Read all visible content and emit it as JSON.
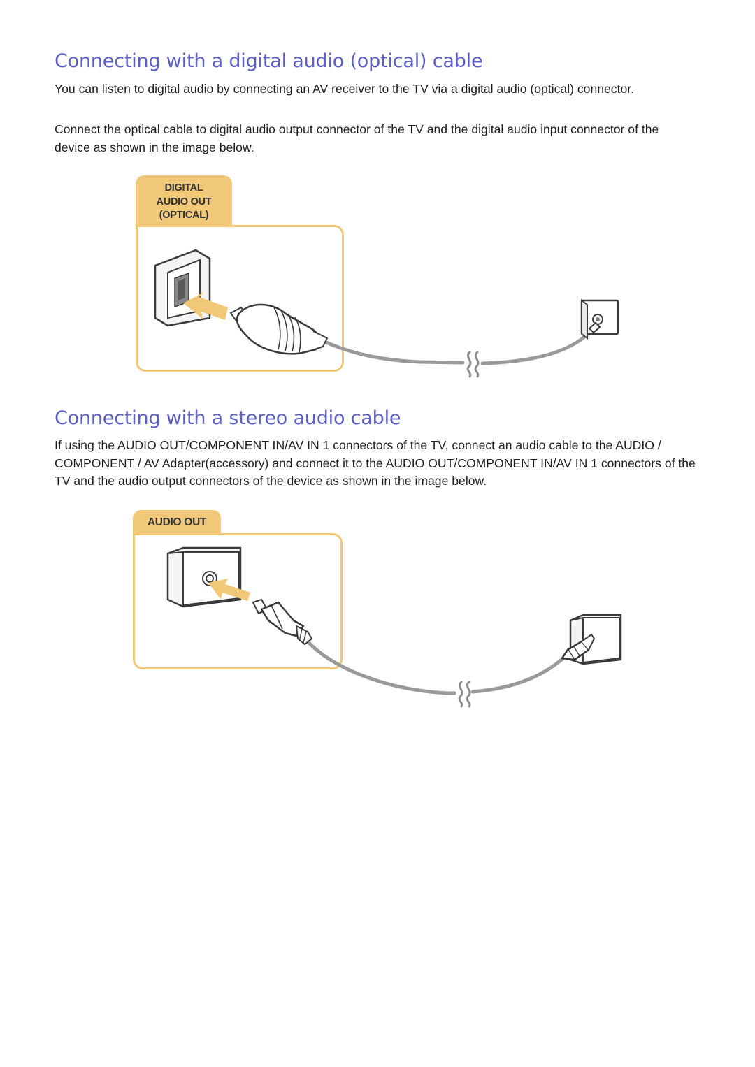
{
  "sections": [
    {
      "heading": "Connecting with a digital audio (optical) cable",
      "paragraphs": [
        "You can listen to digital audio by connecting an AV receiver to the TV via a digital audio (optical) connector.",
        "Connect the optical cable to digital audio output connector of the TV and the digital audio input connector of the device as shown in the image below."
      ],
      "figure": {
        "label_lines": [
          "DIGITAL",
          "AUDIO OUT",
          "(OPTICAL)"
        ]
      }
    },
    {
      "heading": "Connecting with a stereo audio cable",
      "paragraphs": [
        "If using the AUDIO OUT/COMPONENT IN/AV IN 1 connectors of the TV, connect an audio cable to the AUDIO / COMPONENT / AV Adapter(accessory) and connect it to the AUDIO OUT/COMPONENT IN/AV IN 1 connectors of the TV and the audio output connectors of the device as shown in the image below."
      ],
      "figure": {
        "label_lines": [
          "AUDIO OUT"
        ]
      }
    }
  ],
  "colors": {
    "heading": "#5b5fc7",
    "label_tab": "#f0c878",
    "arrow": "#f0c878",
    "cable": "#9a9a9a"
  },
  "icons": [
    "optical-port-icon",
    "optical-plug-icon",
    "wall-socket-icon",
    "audio-jack-port-icon",
    "mini-jack-plug-icon",
    "audio-device-box-icon",
    "cable-break-icon",
    "insert-arrow-icon"
  ]
}
